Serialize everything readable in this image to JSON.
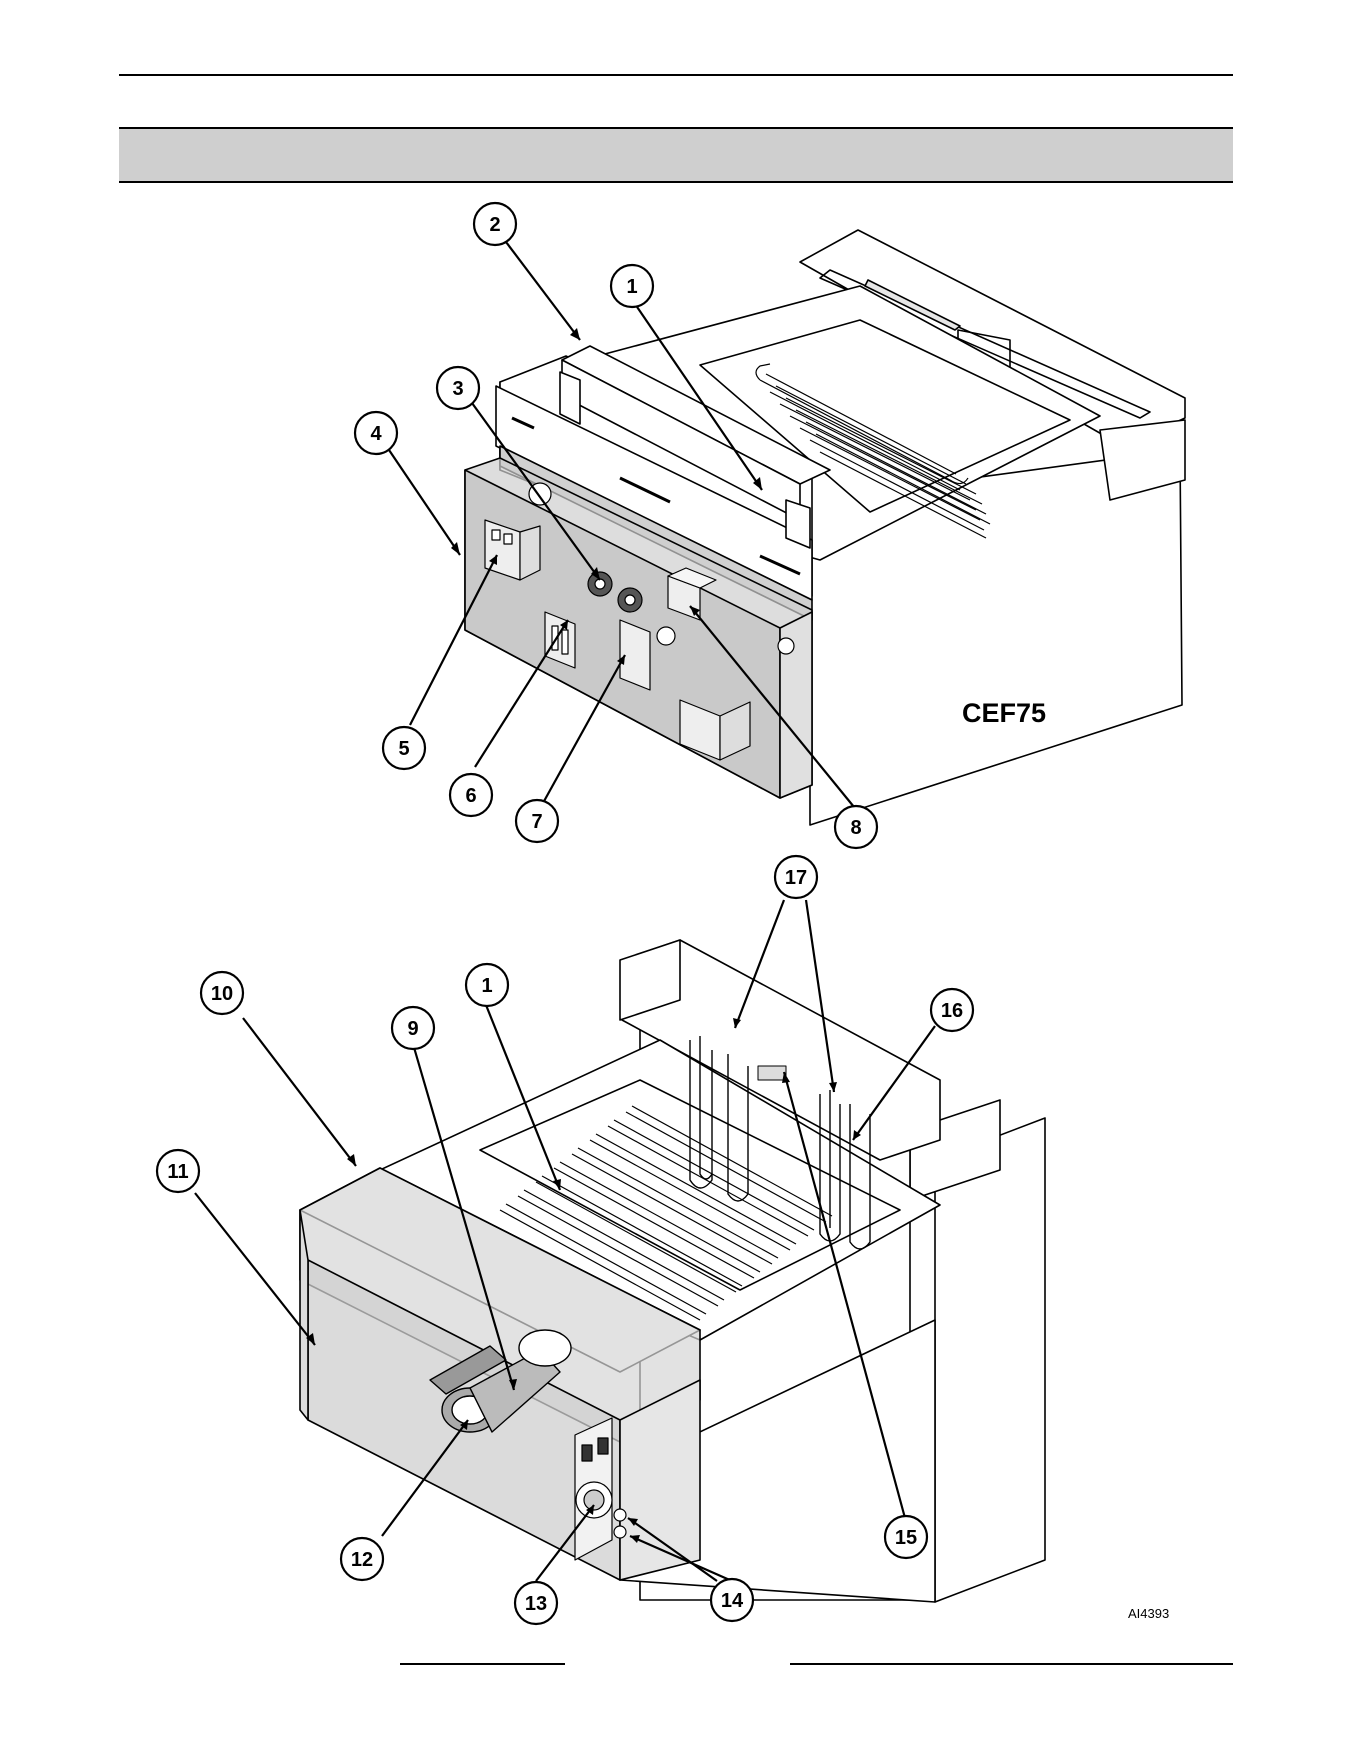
{
  "header": {
    "title": ""
  },
  "figure": {
    "model_label": "CEF75",
    "drawing_id": "AI4393",
    "callouts": [
      "1",
      "2",
      "3",
      "4",
      "5",
      "6",
      "7",
      "8",
      "9",
      "10",
      "11",
      "12",
      "13",
      "14",
      "15",
      "16",
      "17",
      "1"
    ]
  },
  "footer": {
    "left_text": "",
    "right_text": ""
  }
}
